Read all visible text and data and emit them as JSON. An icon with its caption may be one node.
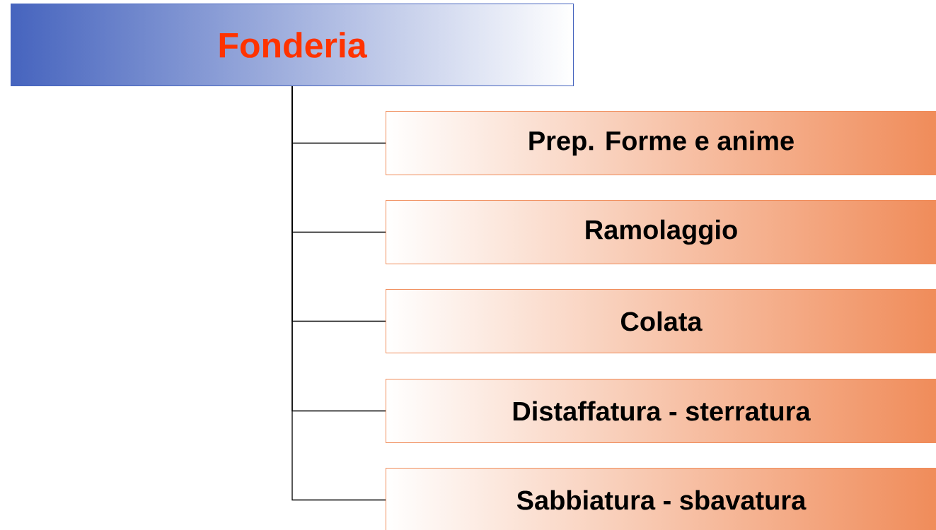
{
  "diagram": {
    "nodes": [
      {
        "text": [
          "Fonderia"
        ]
      },
      {
        "text": [
          "Prep. Forme e anime"
        ]
      },
      {
        "text": [
          "Ramolaggio"
        ]
      },
      {
        "text": [
          "Colata"
        ]
      },
      {
        "text": [
          "Distaffatura - sterratura"
        ]
      },
      {
        "text": [
          "Sabbiatura - sbavatura"
        ]
      }
    ],
    "edges": [
      {
        "from": 0,
        "to": 1,
        "arrow": "none"
      },
      {
        "from": 0,
        "to": 2,
        "arrow": "none"
      },
      {
        "from": 0,
        "to": 3,
        "arrow": "none"
      },
      {
        "from": 0,
        "to": 4,
        "arrow": "none"
      },
      {
        "from": 0,
        "to": 5,
        "arrow": "none"
      }
    ]
  }
}
